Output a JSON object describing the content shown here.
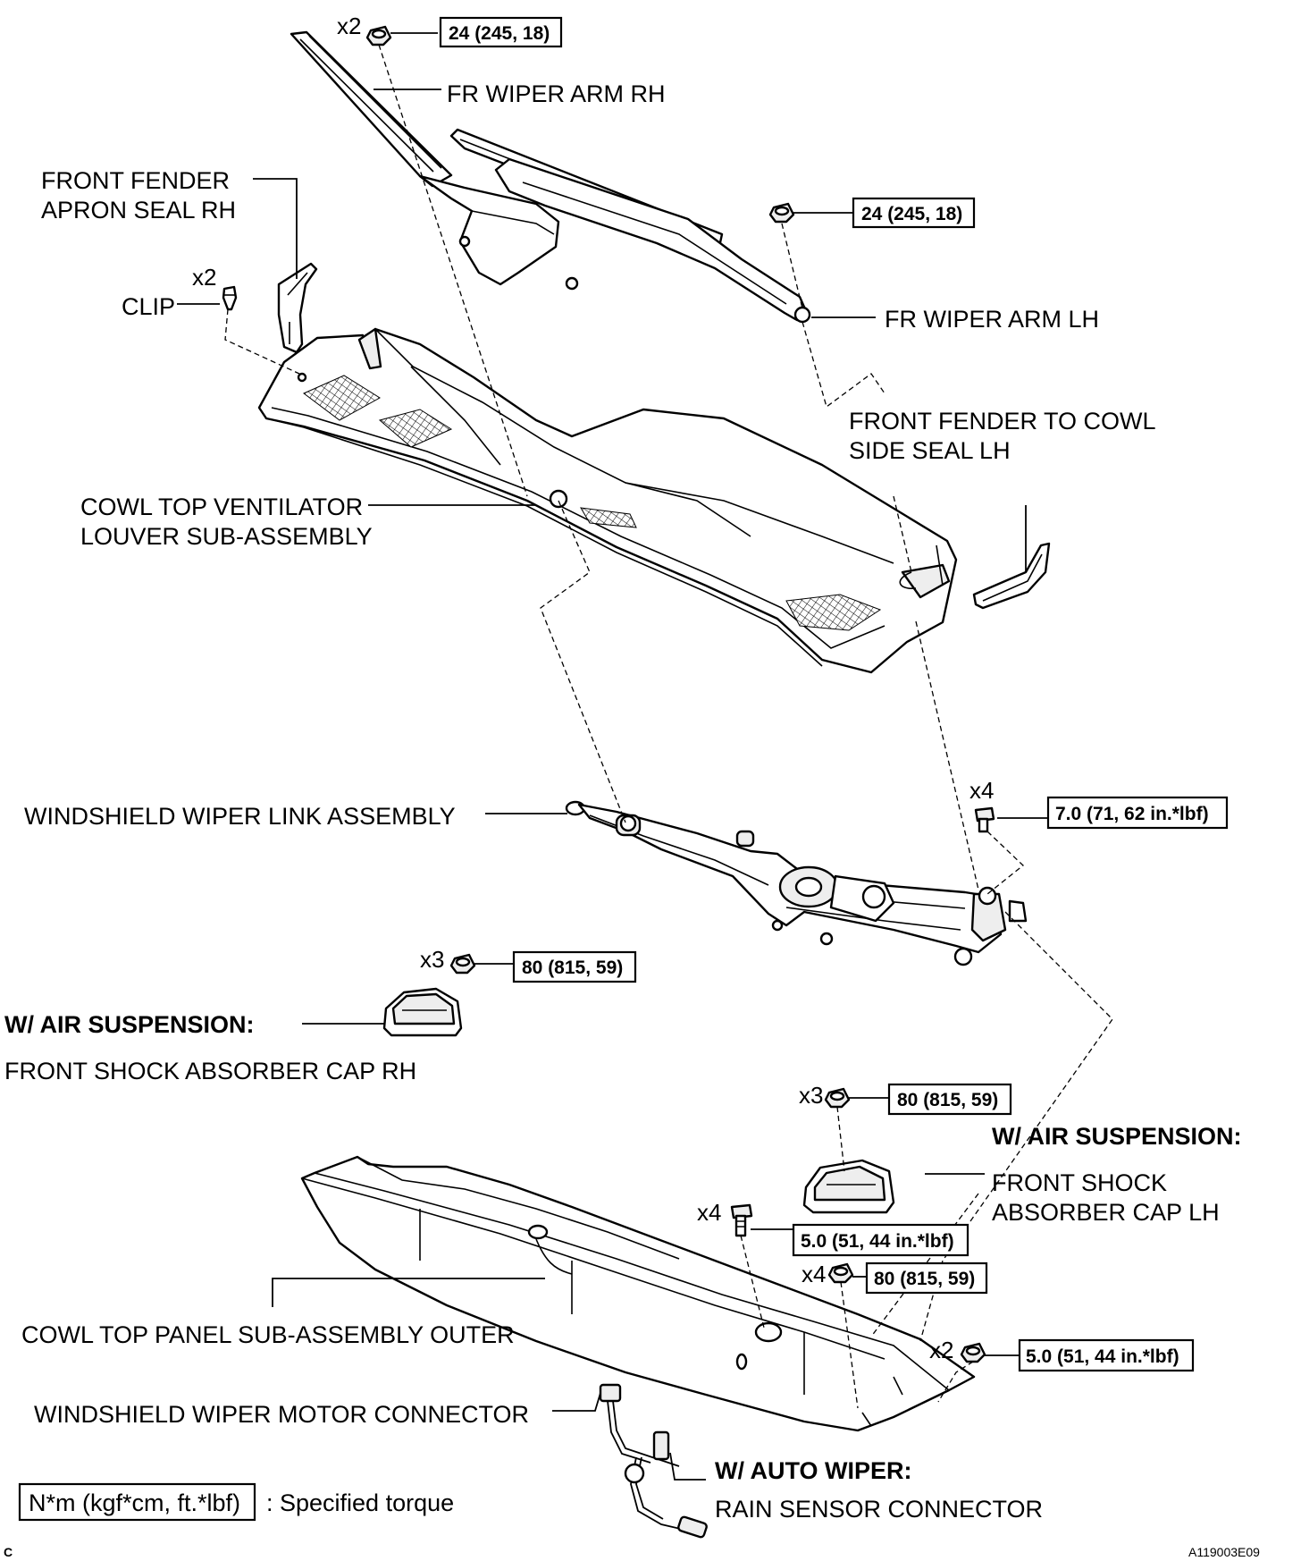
{
  "labels": {
    "fr_wiper_arm_rh": "FR WIPER ARM RH",
    "fr_wiper_arm_lh": "FR WIPER ARM LH",
    "fender_apron_seal_1": "FRONT FENDER",
    "fender_apron_seal_2": "APRON SEAL RH",
    "clip": "CLIP",
    "cowl_side_seal_1": "FRONT FENDER TO COWL",
    "cowl_side_seal_2": "SIDE SEAL LH",
    "louver_1": "COWL TOP VENTILATOR",
    "louver_2": "LOUVER SUB-ASSEMBLY",
    "link_assembly": "WINDSHIELD WIPER LINK ASSEMBLY",
    "air_susp_rh": "W/ AIR SUSPENSION:",
    "shock_cap_rh": "FRONT SHOCK ABSORBER CAP RH",
    "air_susp_lh": "W/ AIR SUSPENSION:",
    "shock_cap_lh_1": "FRONT SHOCK",
    "shock_cap_lh_2": "ABSORBER CAP LH",
    "cowl_panel": "COWL TOP PANEL SUB-ASSEMBLY OUTER",
    "motor_connector": "WINDSHIELD WIPER MOTOR CONNECTOR",
    "auto_wiper": "W/ AUTO WIPER:",
    "rain_sensor": "RAIN SENSOR CONNECTOR"
  },
  "torques": {
    "t1": "24 (245, 18)",
    "t2": "24 (245, 18)",
    "t3": "7.0 (71, 62 in.*lbf)",
    "t4": "80 (815, 59)",
    "t5": "80 (815, 59)",
    "t6": "5.0 (51, 44 in.*lbf)",
    "t7": "80 (815, 59)",
    "t8": "5.0 (51, 44 in.*lbf)"
  },
  "quantities": {
    "q1": "x2",
    "q2": "x2",
    "q3": "x4",
    "q4": "x3",
    "q5": "x3",
    "q6": "x4",
    "q7": "x4",
    "q8": "x2"
  },
  "legend": {
    "unit": "N*m (kgf*cm, ft.*lbf)",
    "meaning": ": Specified torque"
  },
  "corner_letter": "C",
  "figure_id": "A119003E09"
}
